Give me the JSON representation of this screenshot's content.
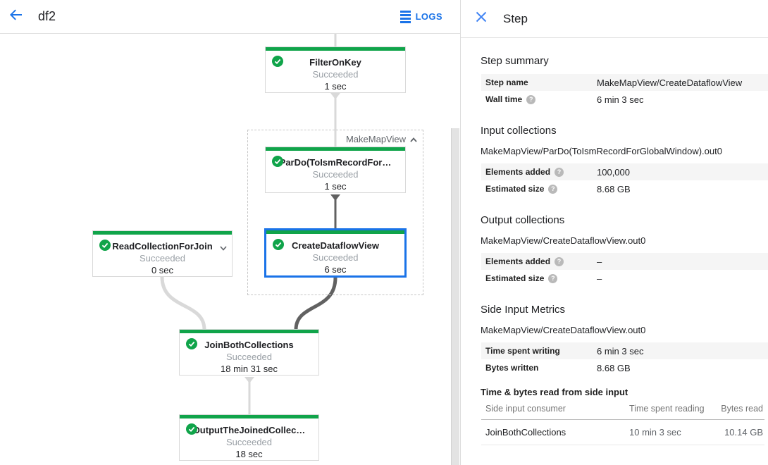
{
  "colors": {
    "succeeded_green": "#10a44a",
    "accent_blue": "#1a73e8",
    "selected_node_border": "#1a73e8"
  },
  "icons": {
    "back": "arrow-left",
    "logs": "list-lines",
    "close": "x",
    "check": "check-circle",
    "group_collapse": "chevron-up",
    "node_expand": "chevron-down",
    "help": "?"
  },
  "topbar": {
    "title": "df2",
    "logs_label": "LOGS"
  },
  "graph": {
    "group_label": "MakeMapView",
    "nodes": [
      {
        "name": "FilterOnKey",
        "status": "Succeeded",
        "time": "1 sec"
      },
      {
        "name": "ParDo(ToIsmRecordFor…",
        "status": "Succeeded",
        "time": "1 sec"
      },
      {
        "name": "CreateDataflowView",
        "status": "Succeeded",
        "time": "6 sec"
      },
      {
        "name": "ReadCollectionForJoin",
        "status": "Succeeded",
        "time": "0 sec"
      },
      {
        "name": "JoinBothCollections",
        "status": "Succeeded",
        "time": "18 min 31 sec"
      },
      {
        "name": "OutputTheJoinedCollec…",
        "status": "Succeeded",
        "time": "18 sec"
      }
    ]
  },
  "panel": {
    "title": "Step",
    "sections": [
      {
        "heading": "Step summary",
        "collection": "",
        "rows": [
          {
            "label": "Step name",
            "value": "MakeMapView/CreateDataflowView",
            "help": false
          },
          {
            "label": "Wall time",
            "value": "6 min 3 sec",
            "help": true
          }
        ]
      },
      {
        "heading": "Input collections",
        "collection": "MakeMapView/ParDo(ToIsmRecordForGlobalWindow).out0",
        "rows": [
          {
            "label": "Elements added",
            "value": "100,000",
            "help": true
          },
          {
            "label": "Estimated size",
            "value": "8.68 GB",
            "help": true
          }
        ]
      },
      {
        "heading": "Output collections",
        "collection": "MakeMapView/CreateDataflowView.out0",
        "rows": [
          {
            "label": "Elements added",
            "value": "–",
            "help": true
          },
          {
            "label": "Estimated size",
            "value": "–",
            "help": true
          }
        ]
      },
      {
        "heading": "Side Input Metrics",
        "collection": "MakeMapView/CreateDataflowView.out0",
        "rows": [
          {
            "label": "Time spent writing",
            "value": "6 min 3 sec",
            "help": false
          },
          {
            "label": "Bytes written",
            "value": "8.68 GB",
            "help": false
          }
        ]
      }
    ],
    "side_input_table": {
      "heading": "Time & bytes read from side input",
      "columns": [
        "Side input consumer",
        "Time spent reading",
        "Bytes read"
      ],
      "rows": [
        [
          "JoinBothCollections",
          "10 min 3 sec",
          "10.14 GB"
        ]
      ]
    }
  }
}
